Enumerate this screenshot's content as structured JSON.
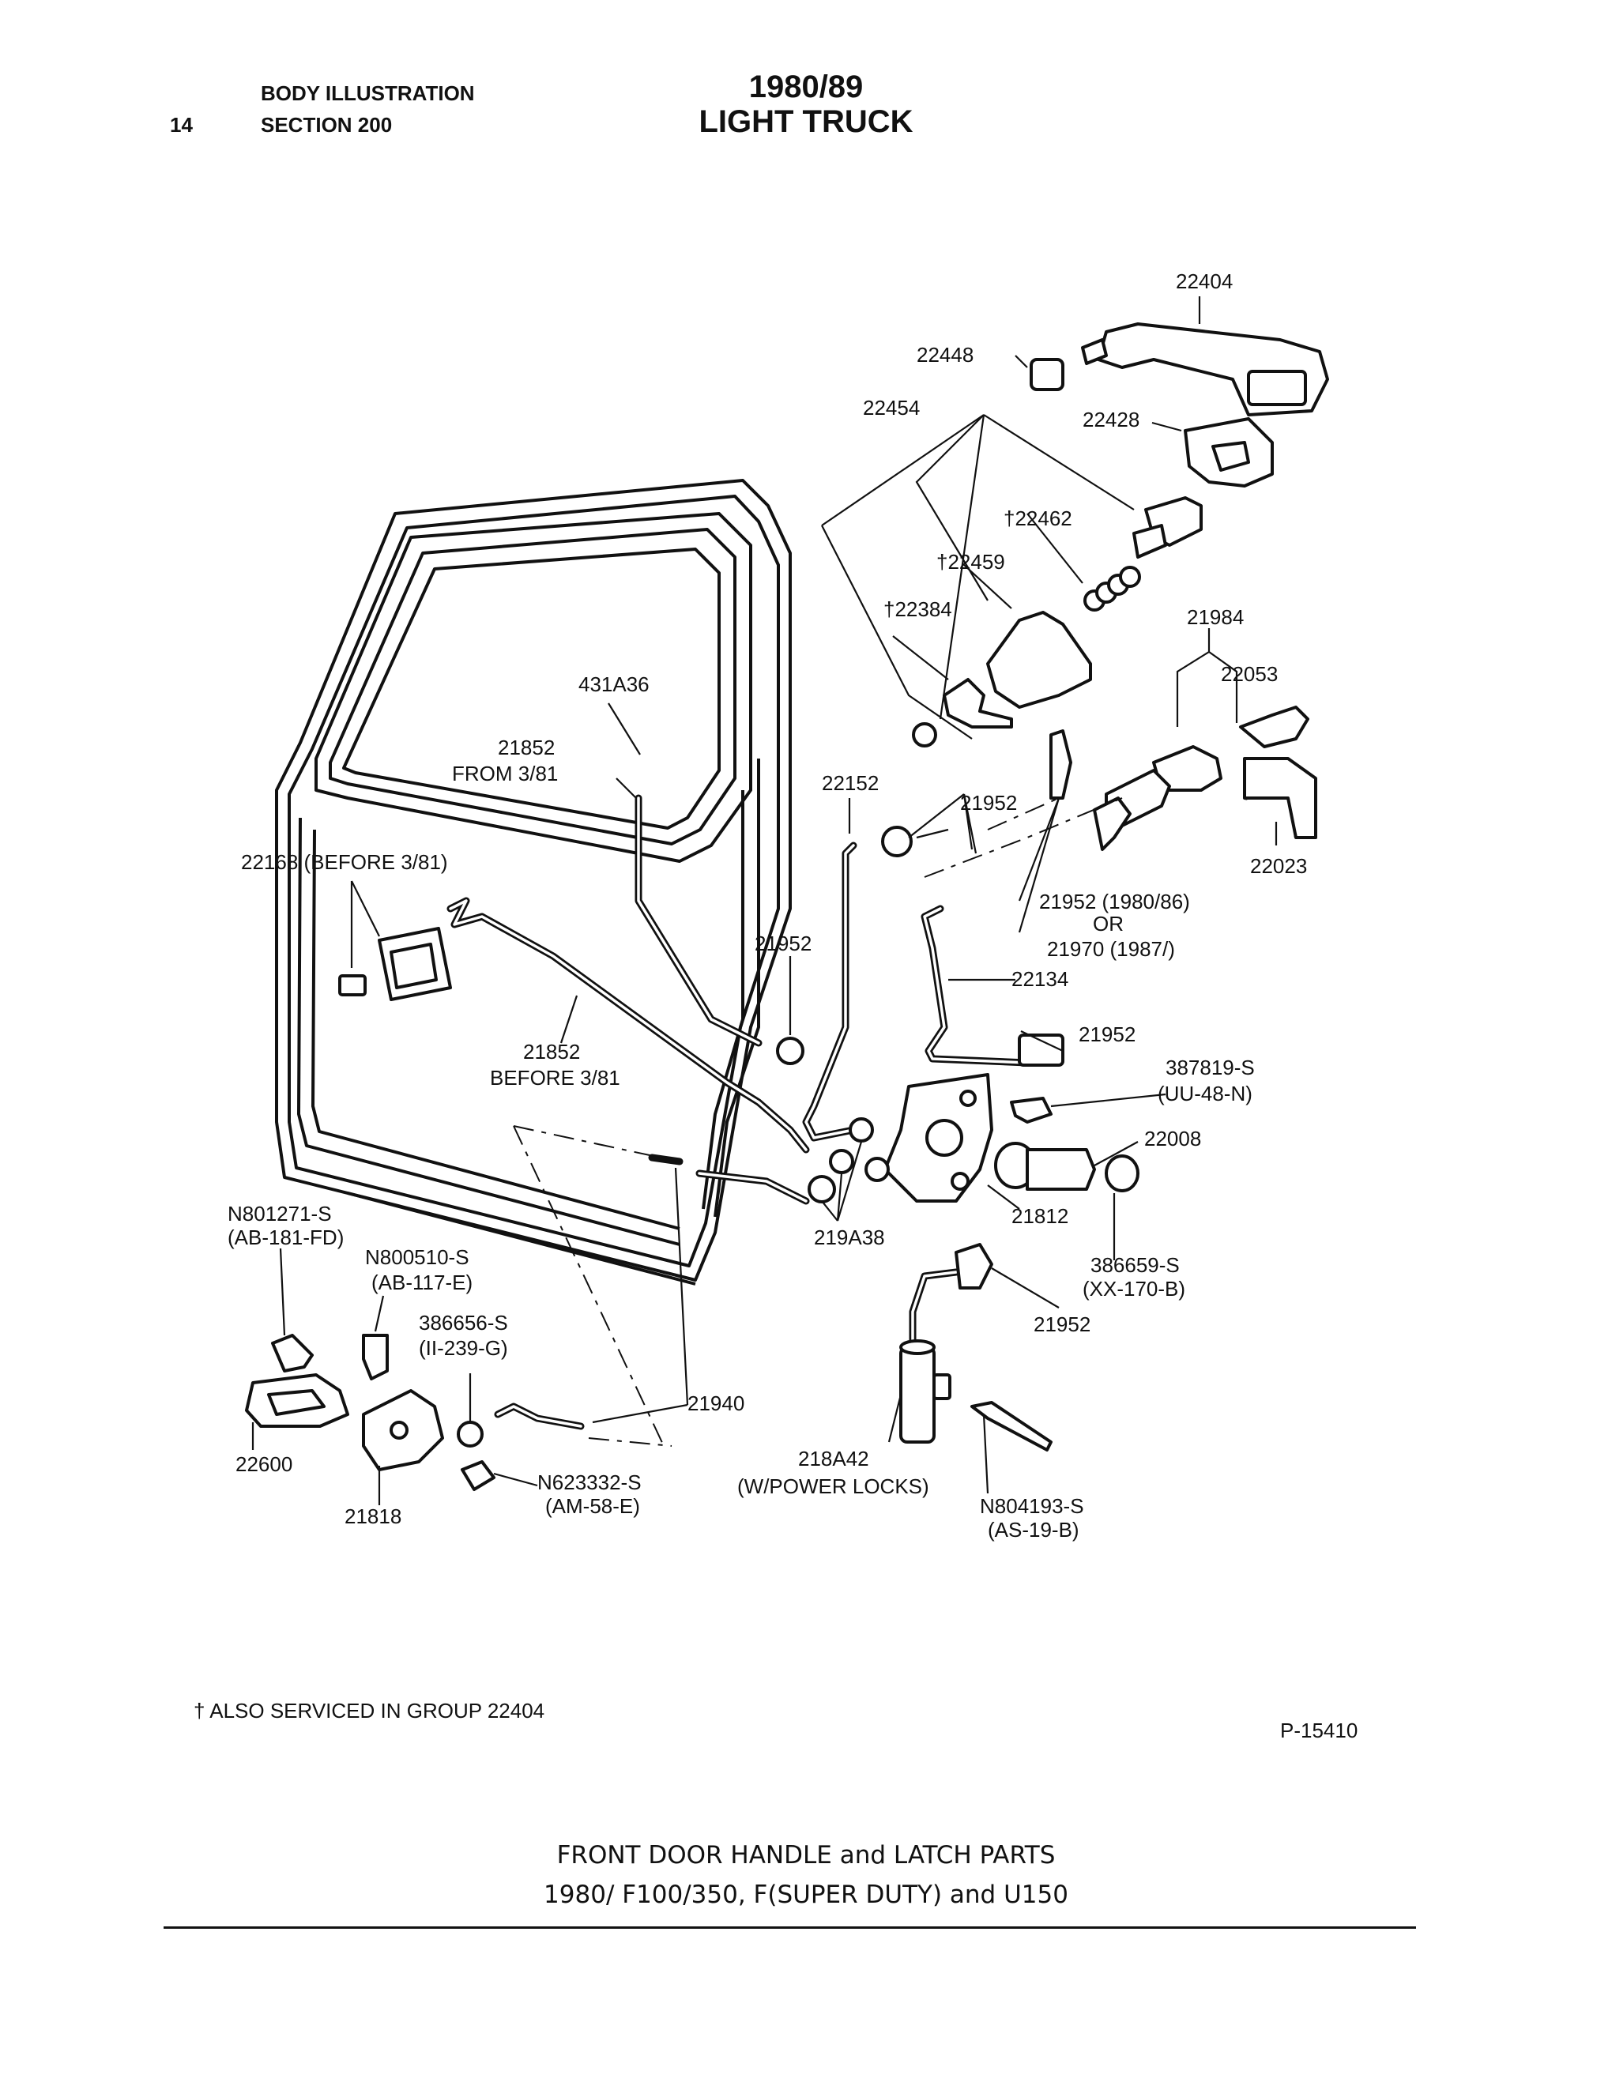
{
  "header": {
    "page_number": "14",
    "line1": "BODY ILLUSTRATION",
    "line2": "SECTION 200",
    "title_line1": "1980/89",
    "title_line2": "LIGHT TRUCK"
  },
  "labels": {
    "l22404": "22404",
    "l22448": "22448",
    "l22428": "22428",
    "l22454": "22454",
    "l22462": "†22462",
    "l22459": "†22459",
    "l22384": "†22384",
    "l21984": "21984",
    "l22053": "22053",
    "l431A36": "431A36",
    "l21852_a": "21852",
    "l21852_a2": "FROM 3/81",
    "l22152": "22152",
    "l21952_top": "21952",
    "l22168": "22168 (BEFORE 3/81)",
    "l22023": "22023",
    "l21952_1": "21952 (1980/86)",
    "l21952_or": "OR",
    "l21970": "21970 (1987/)",
    "l21952_mid": "21952",
    "l22134": "22134",
    "l21852_b": "21852",
    "l21852_b2": "BEFORE 3/81",
    "l21952_r": "21952",
    "l387819": "387819-S",
    "l387819b": "(UU-48-N)",
    "l22008": "22008",
    "lN801271": "N801271-S",
    "lN801271b": "(AB-181-FD)",
    "lN800510": "N800510-S",
    "lN800510b": "(AB-117-E)",
    "l386656": "386656-S",
    "l386656b": "(II-239-G)",
    "l21812": "21812",
    "l219A38": "219A38",
    "l386659": "386659-S",
    "l386659b": "(XX-170-B)",
    "l21952_low": "21952",
    "l21940": "21940",
    "l22600": "22600",
    "l218A42": "218A42",
    "l218A42b": "(W/POWER LOCKS)",
    "lN623332": "N623332-S",
    "lN623332b": "(AM-58-E)",
    "l21818": "21818",
    "lN804193": "N804193-S",
    "lN804193b": "(AS-19-B)"
  },
  "footnote": "† ALSO SERVICED IN GROUP 22404",
  "plate_number": "P-15410",
  "caption": {
    "line1": "FRONT DOOR HANDLE and LATCH PARTS",
    "line2": "1980/ F100/350, F(SUPER DUTY) and U150"
  }
}
